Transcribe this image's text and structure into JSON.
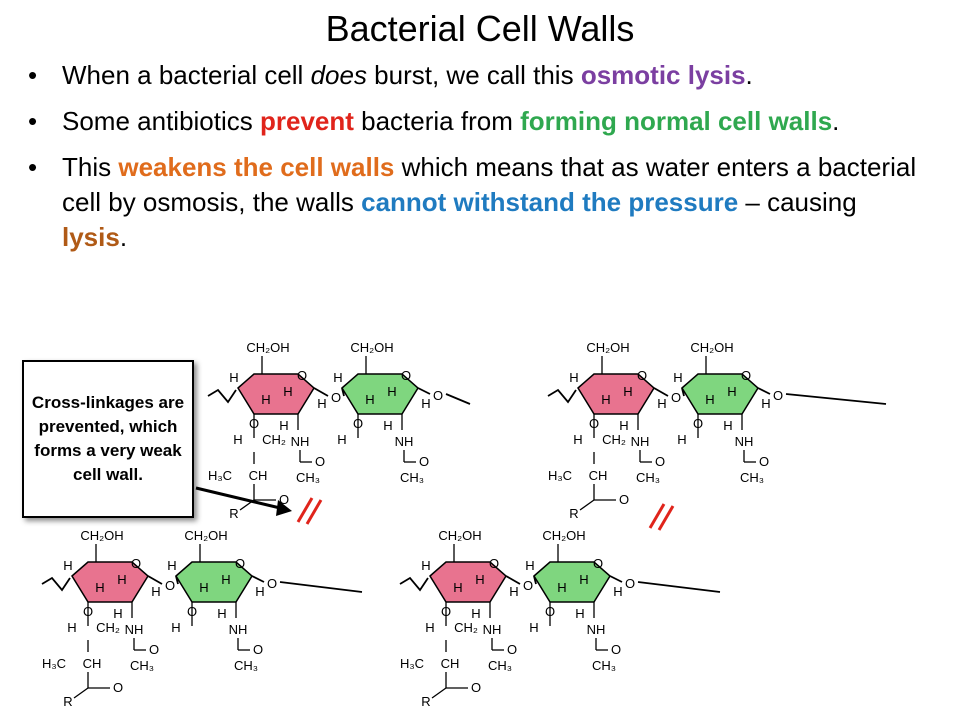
{
  "title": "Bacterial Cell Walls",
  "bullet_symbol": "•",
  "colors": {
    "purple": "#7b3fa1",
    "red": "#e0241b",
    "green": "#2fa84f",
    "orange": "#e06c1c",
    "blue": "#1f7bc0",
    "brown": "#b05a16",
    "ring_pink": "#e8738f",
    "ring_green": "#7fd67f",
    "break_marks": "#e0241b"
  },
  "bullets": [
    {
      "parts": [
        {
          "text": "When a bacterial cell ",
          "style": "normal"
        },
        {
          "text": "does",
          "style": "italic"
        },
        {
          "text": " burst, we call this ",
          "style": "normal"
        },
        {
          "text": "osmotic lysis",
          "style": "bold",
          "color": "purple"
        },
        {
          "text": ".",
          "style": "normal"
        }
      ]
    },
    {
      "parts": [
        {
          "text": "Some antibiotics ",
          "style": "normal"
        },
        {
          "text": "prevent",
          "style": "bold",
          "color": "red"
        },
        {
          "text": " bacteria from ",
          "style": "normal"
        },
        {
          "text": "forming normal cell walls",
          "style": "bold",
          "color": "green"
        },
        {
          "text": ".",
          "style": "normal"
        }
      ]
    },
    {
      "parts": [
        {
          "text": "This ",
          "style": "normal"
        },
        {
          "text": "weakens the cell walls",
          "style": "bold",
          "color": "orange"
        },
        {
          "text": " which means that as water enters a bacterial cell by osmosis, the walls ",
          "style": "normal"
        },
        {
          "text": "cannot withstand the pressure",
          "style": "bold",
          "color": "blue"
        },
        {
          "text": " – causing ",
          "style": "normal"
        },
        {
          "text": "lysis",
          "style": "bold",
          "color": "brown"
        },
        {
          "text": ".",
          "style": "normal"
        }
      ]
    }
  ],
  "callout": {
    "text": "Cross-linkages are prevented, which forms a very weak cell wall."
  },
  "diagram_labels": {
    "ch2oh": "CH₂OH",
    "h": "H",
    "o": "O",
    "ch2": "CH₂",
    "nh": "NH",
    "ch3": "CH₃",
    "h3c": "H₃C",
    "ch": "CH",
    "r": "R"
  }
}
